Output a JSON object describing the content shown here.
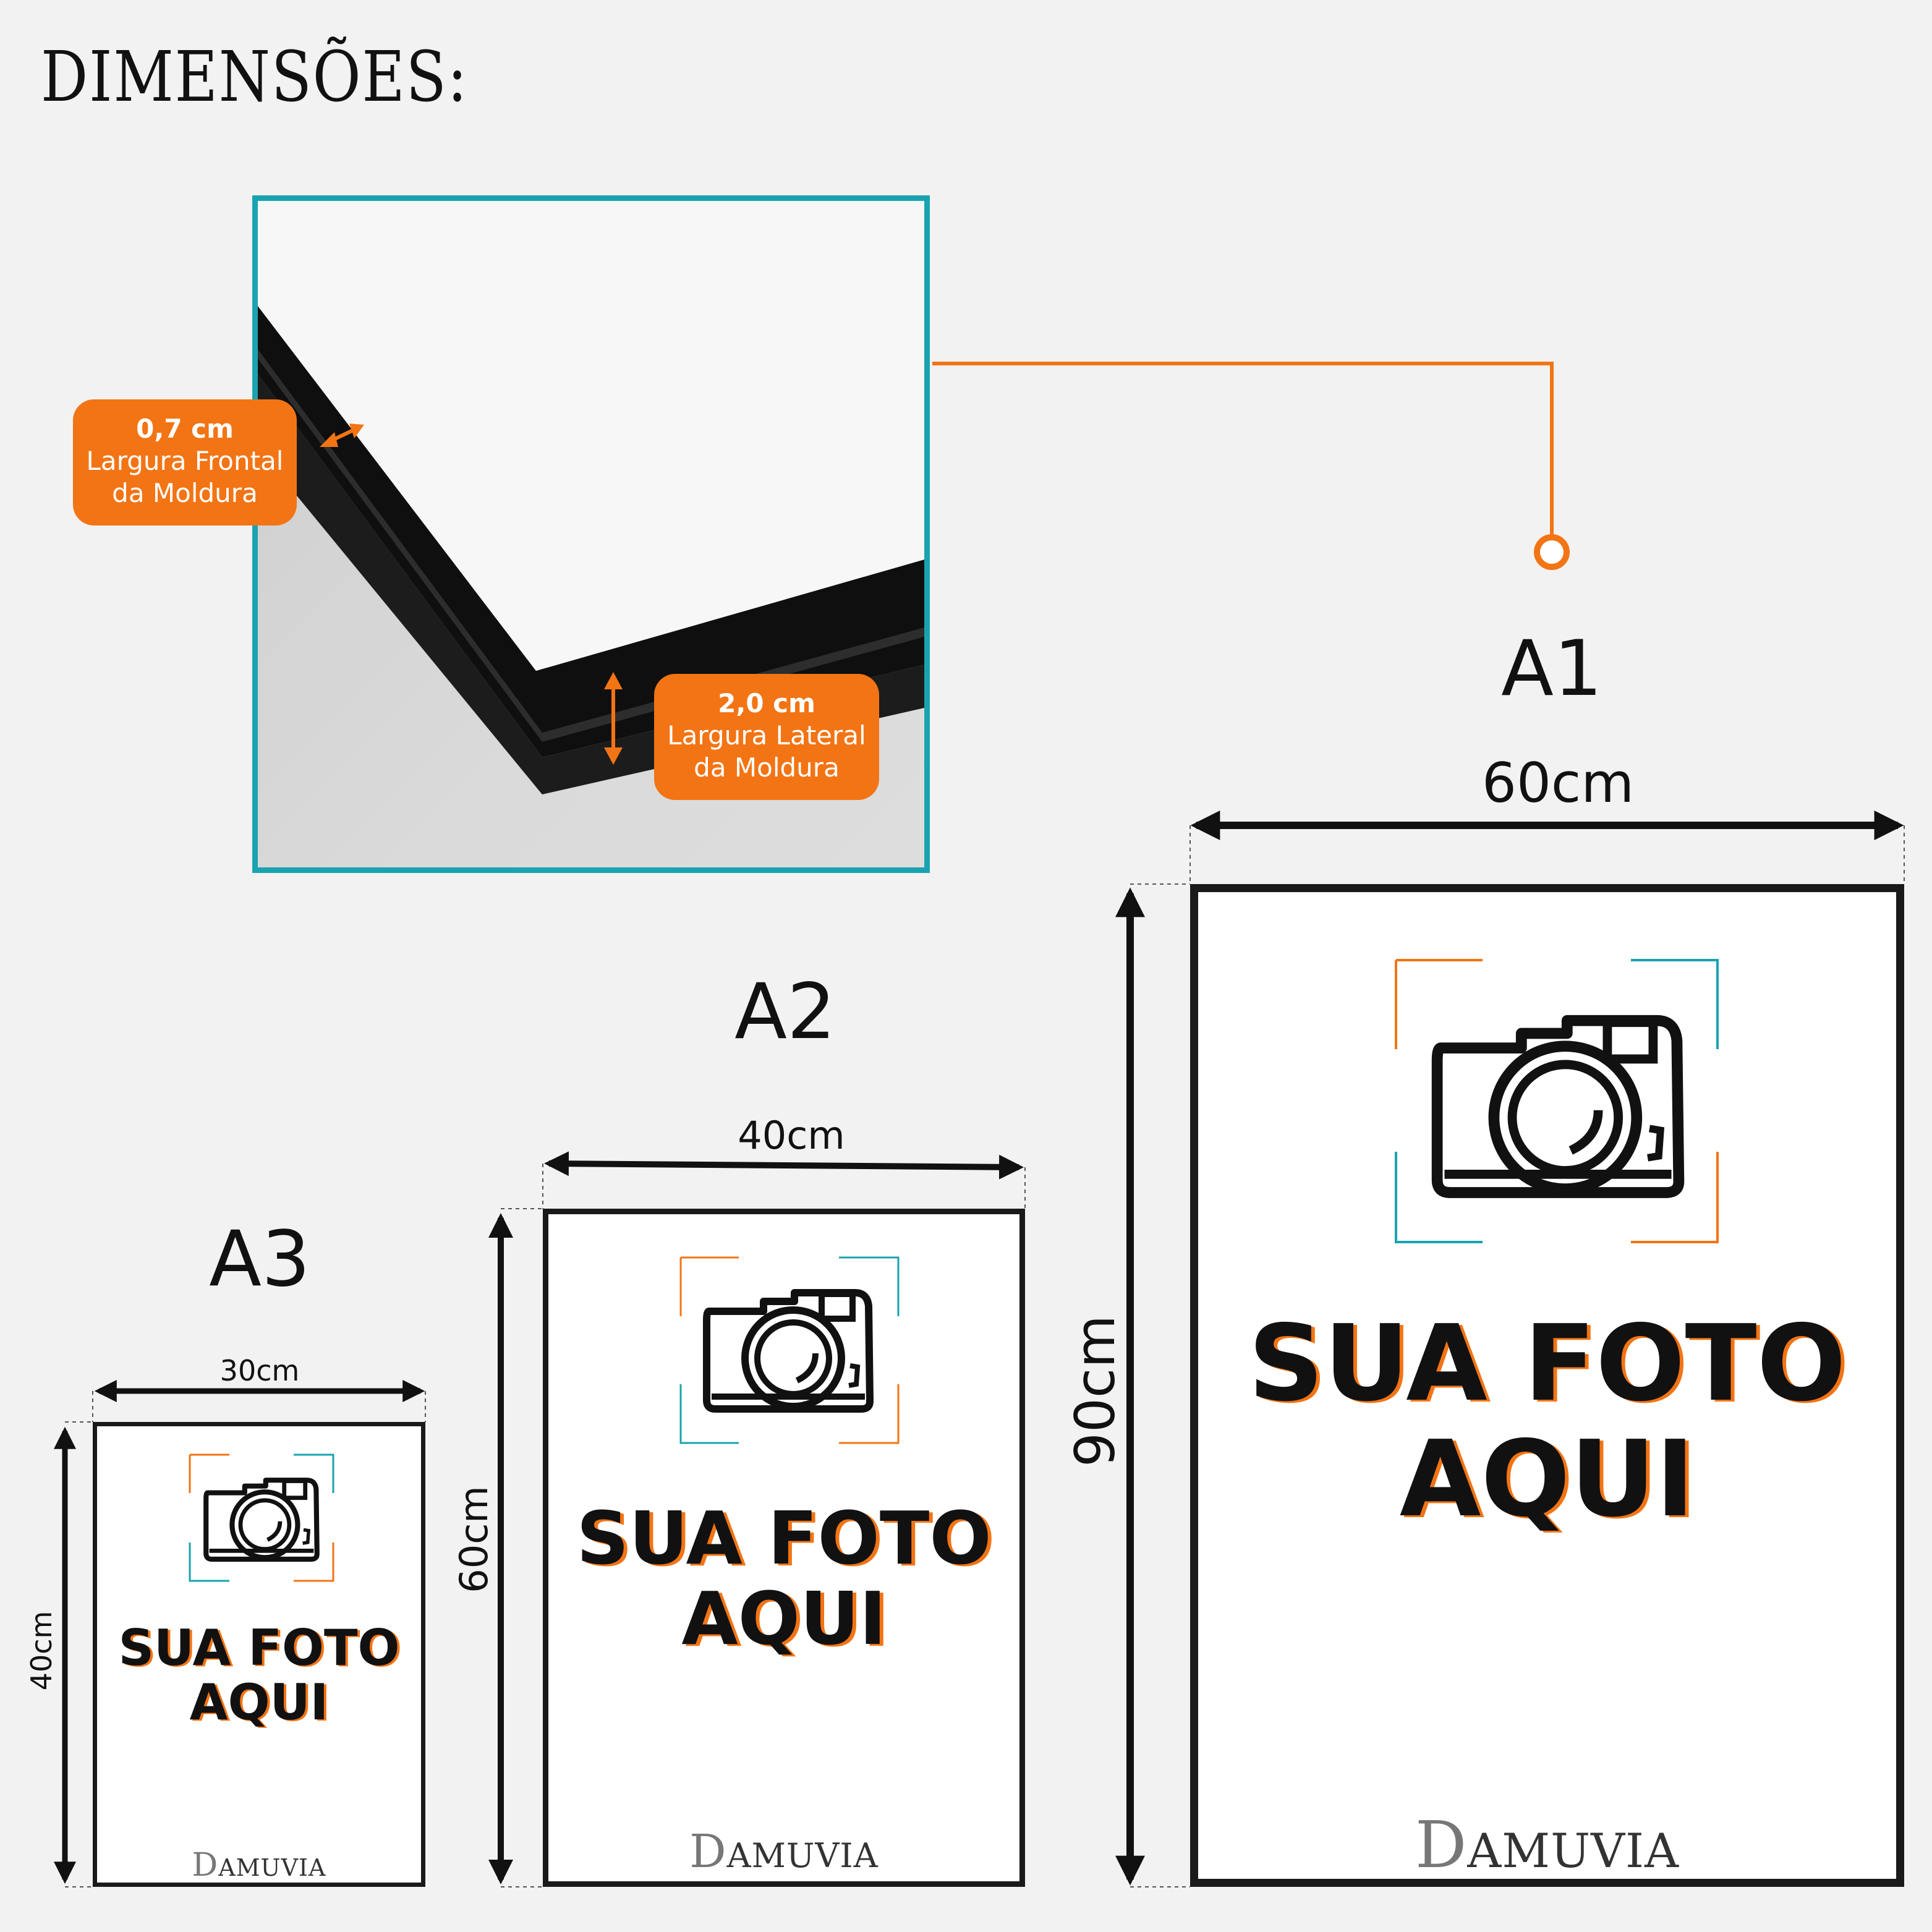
{
  "title": "DIMENSÕES:",
  "callouts": {
    "frontal": {
      "value": "0,7 cm",
      "line1": "Largura Frontal",
      "line2": "da Moldura"
    },
    "lateral": {
      "value": "2,0 cm",
      "line1": "Largura Lateral",
      "line2": "da Moldura"
    }
  },
  "sizes": {
    "a1": {
      "name": "A1",
      "width": "60cm",
      "height": "90cm"
    },
    "a2": {
      "name": "A2",
      "width": "40cm",
      "height": "60cm"
    },
    "a3": {
      "name": "A3",
      "width": "30cm",
      "height": "40cm"
    }
  },
  "placeholder": {
    "line1": "SUA FOTO",
    "line2": "AQUI"
  },
  "brand": {
    "initial": "D",
    "rest": "AMUVIA"
  },
  "colors": {
    "accent": "#f37414",
    "teal": "#19a3b0",
    "frame": "#1a1a1a",
    "background": "#f2f2f2"
  },
  "icons": [
    "camera-icon",
    "double-arrow-icon",
    "connector-ring-icon"
  ]
}
